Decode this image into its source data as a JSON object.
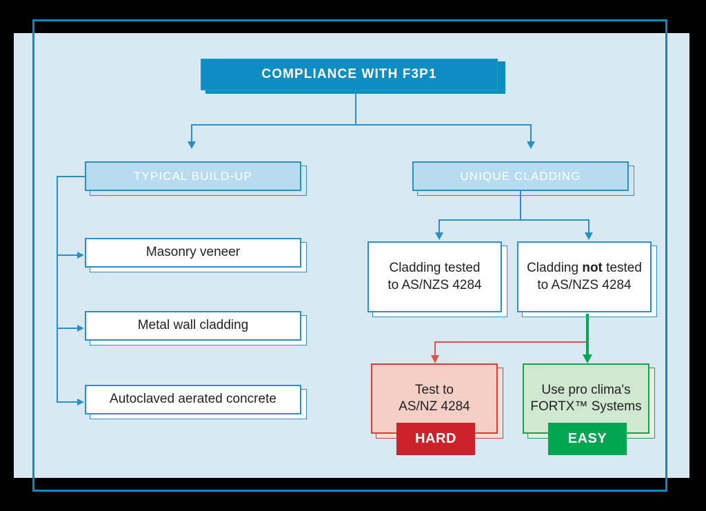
{
  "diagram": {
    "title_box": {
      "label": "COMPLIANCE WITH F3P1"
    },
    "branches": [
      {
        "label": "TYPICAL BUILD-UP"
      },
      {
        "label": "UNIQUE CLADDING"
      }
    ],
    "typical_buildup_items": [
      {
        "label": "Masonry veneer"
      },
      {
        "label": "Metal wall cladding"
      },
      {
        "label": "Autoclaved aerated concrete"
      }
    ],
    "cladding_tests": [
      {
        "line1": "Cladding tested",
        "line2": "to AS/NZS 4284"
      },
      {
        "line1_pre": "Cladding ",
        "line1_bold": "not",
        "line1_post": " tested",
        "line2": "to AS/NZS 4284"
      }
    ],
    "outcomes": [
      {
        "line1": "Test to",
        "line2": "AS/NZ 4284",
        "badge": "HARD",
        "tone": "hard"
      },
      {
        "line1": "Use pro clima's",
        "line2": "FORTX™ Systems",
        "badge": "EASY",
        "tone": "easy"
      }
    ]
  },
  "colors": {
    "background": "#000000",
    "panel": "#d9e9f3",
    "brand_blue": "#0b8ac1",
    "line_blue": "#2a8fc4",
    "box_blue_fill": "#b8dcef",
    "white_fill": "#ffffff",
    "hard_badge": "#cc2229",
    "hard_fill": "#f4cfc6",
    "hard_border": "#e03a33",
    "easy_badge": "#00a651",
    "easy_fill": "#cfe8cf",
    "easy_border": "#16a34a",
    "text_dark": "#231f20"
  }
}
